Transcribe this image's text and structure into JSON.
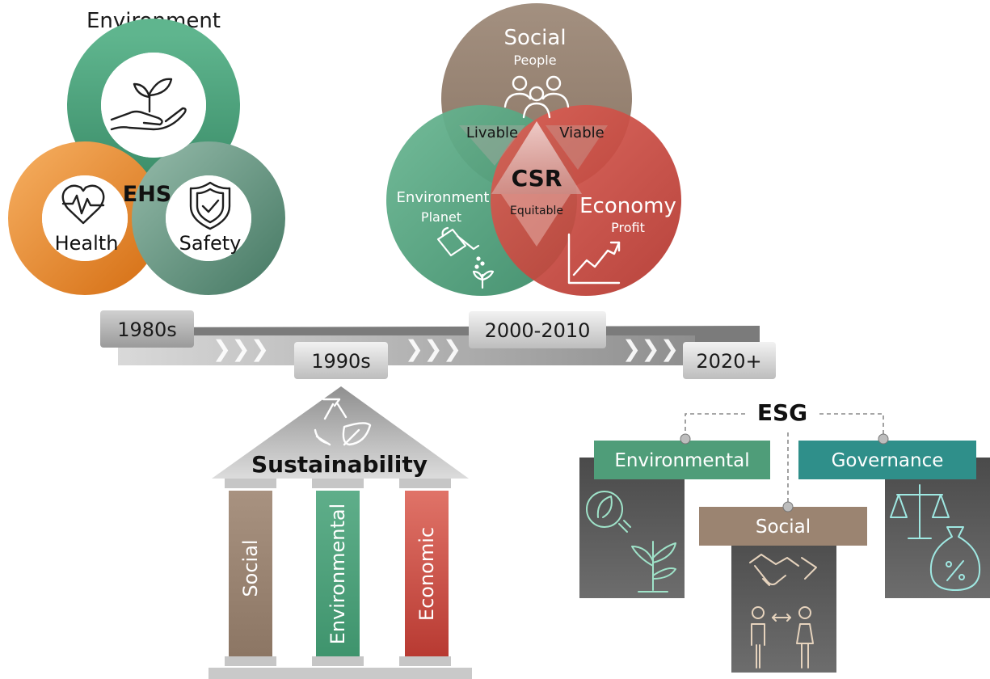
{
  "ehs": {
    "title": "EHS",
    "environment_label": "Environment",
    "health_label": "Health",
    "safety_label": "Safety",
    "colors": {
      "environment": "#4fa67f",
      "health": "#e48a2b",
      "safety": "#5f8d78"
    },
    "icons": [
      "hand-plant-icon",
      "heart-pulse-icon",
      "shield-check-icon"
    ]
  },
  "csr": {
    "title": "CSR",
    "social_label": "Social",
    "social_sub": "People",
    "environment_label": "Environment",
    "environment_sub": "Planet",
    "economy_label": "Economy",
    "economy_sub": "Profit",
    "livable": "Livable",
    "viable": "Viable",
    "equitable": "Equitable",
    "colors": {
      "social": "#9e8a79",
      "environment": "#4f9a79",
      "economy": "#c2423a"
    },
    "icons": [
      "people-group-icon",
      "watering-can-icon",
      "trend-up-chart-icon"
    ]
  },
  "timeline": {
    "eras": [
      "1980s",
      "1990s",
      "2000-2010",
      "2020+"
    ],
    "arrow_glyph": "❯❯❯"
  },
  "sustainability": {
    "title": "Sustainability",
    "pillars": [
      "Social",
      "Environmental",
      "Economic"
    ],
    "pillar_colors": [
      "#9a8270",
      "#4f9d79",
      "#c7473e"
    ],
    "icon": "recycle-leaf-icon"
  },
  "esg": {
    "title": "ESG",
    "environmental_label": "Environmental",
    "social_label": "Social",
    "governance_label": "Governance",
    "colors": {
      "environmental": "#4f9d79",
      "social": "#9b8471",
      "governance": "#2f8f8a"
    },
    "icons": [
      "leaf-plug-icon",
      "plant-sprout-icon",
      "handshake-icon",
      "gender-equality-icon",
      "balance-scale-icon",
      "money-bag-percent-icon"
    ]
  }
}
